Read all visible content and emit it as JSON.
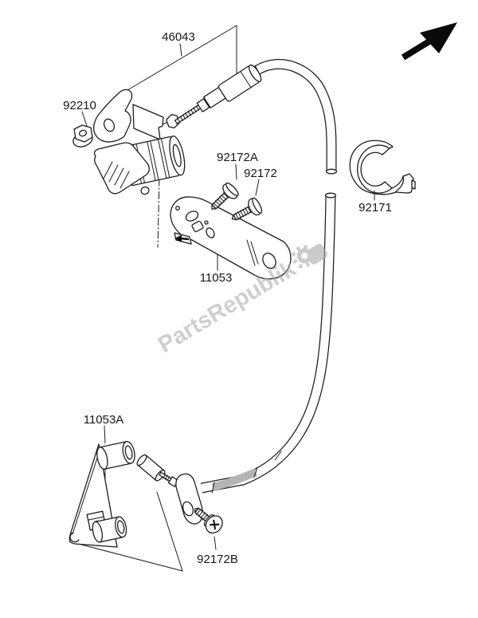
{
  "diagram_type": "exploded-parts-diagram",
  "watermark": {
    "text": "PartsRepublik"
  },
  "parts": [
    {
      "number": "46043",
      "name": "cable-assembly"
    },
    {
      "number": "92210",
      "name": "nut"
    },
    {
      "number": "92172A",
      "name": "screw-upper-left"
    },
    {
      "number": "92172",
      "name": "screw-upper-right"
    },
    {
      "number": "92171",
      "name": "clamp"
    },
    {
      "number": "11053",
      "name": "bracket-upper"
    },
    {
      "number": "11053A",
      "name": "bracket-lower"
    },
    {
      "number": "92172B",
      "name": "screw-lower"
    }
  ],
  "icons": [
    {
      "name": "direction-arrow",
      "meaning": "orientation arrow pointing upper-right"
    },
    {
      "name": "watermark-lock-icon",
      "meaning": "gray gear/lock logo at end of watermark"
    }
  ],
  "colors": {
    "line": "#1c1c1c",
    "background": "#ffffff",
    "watermark": "#a9a9a9",
    "arrow": "#0a0a0a",
    "sleeve_band": "#b4b4b4"
  }
}
